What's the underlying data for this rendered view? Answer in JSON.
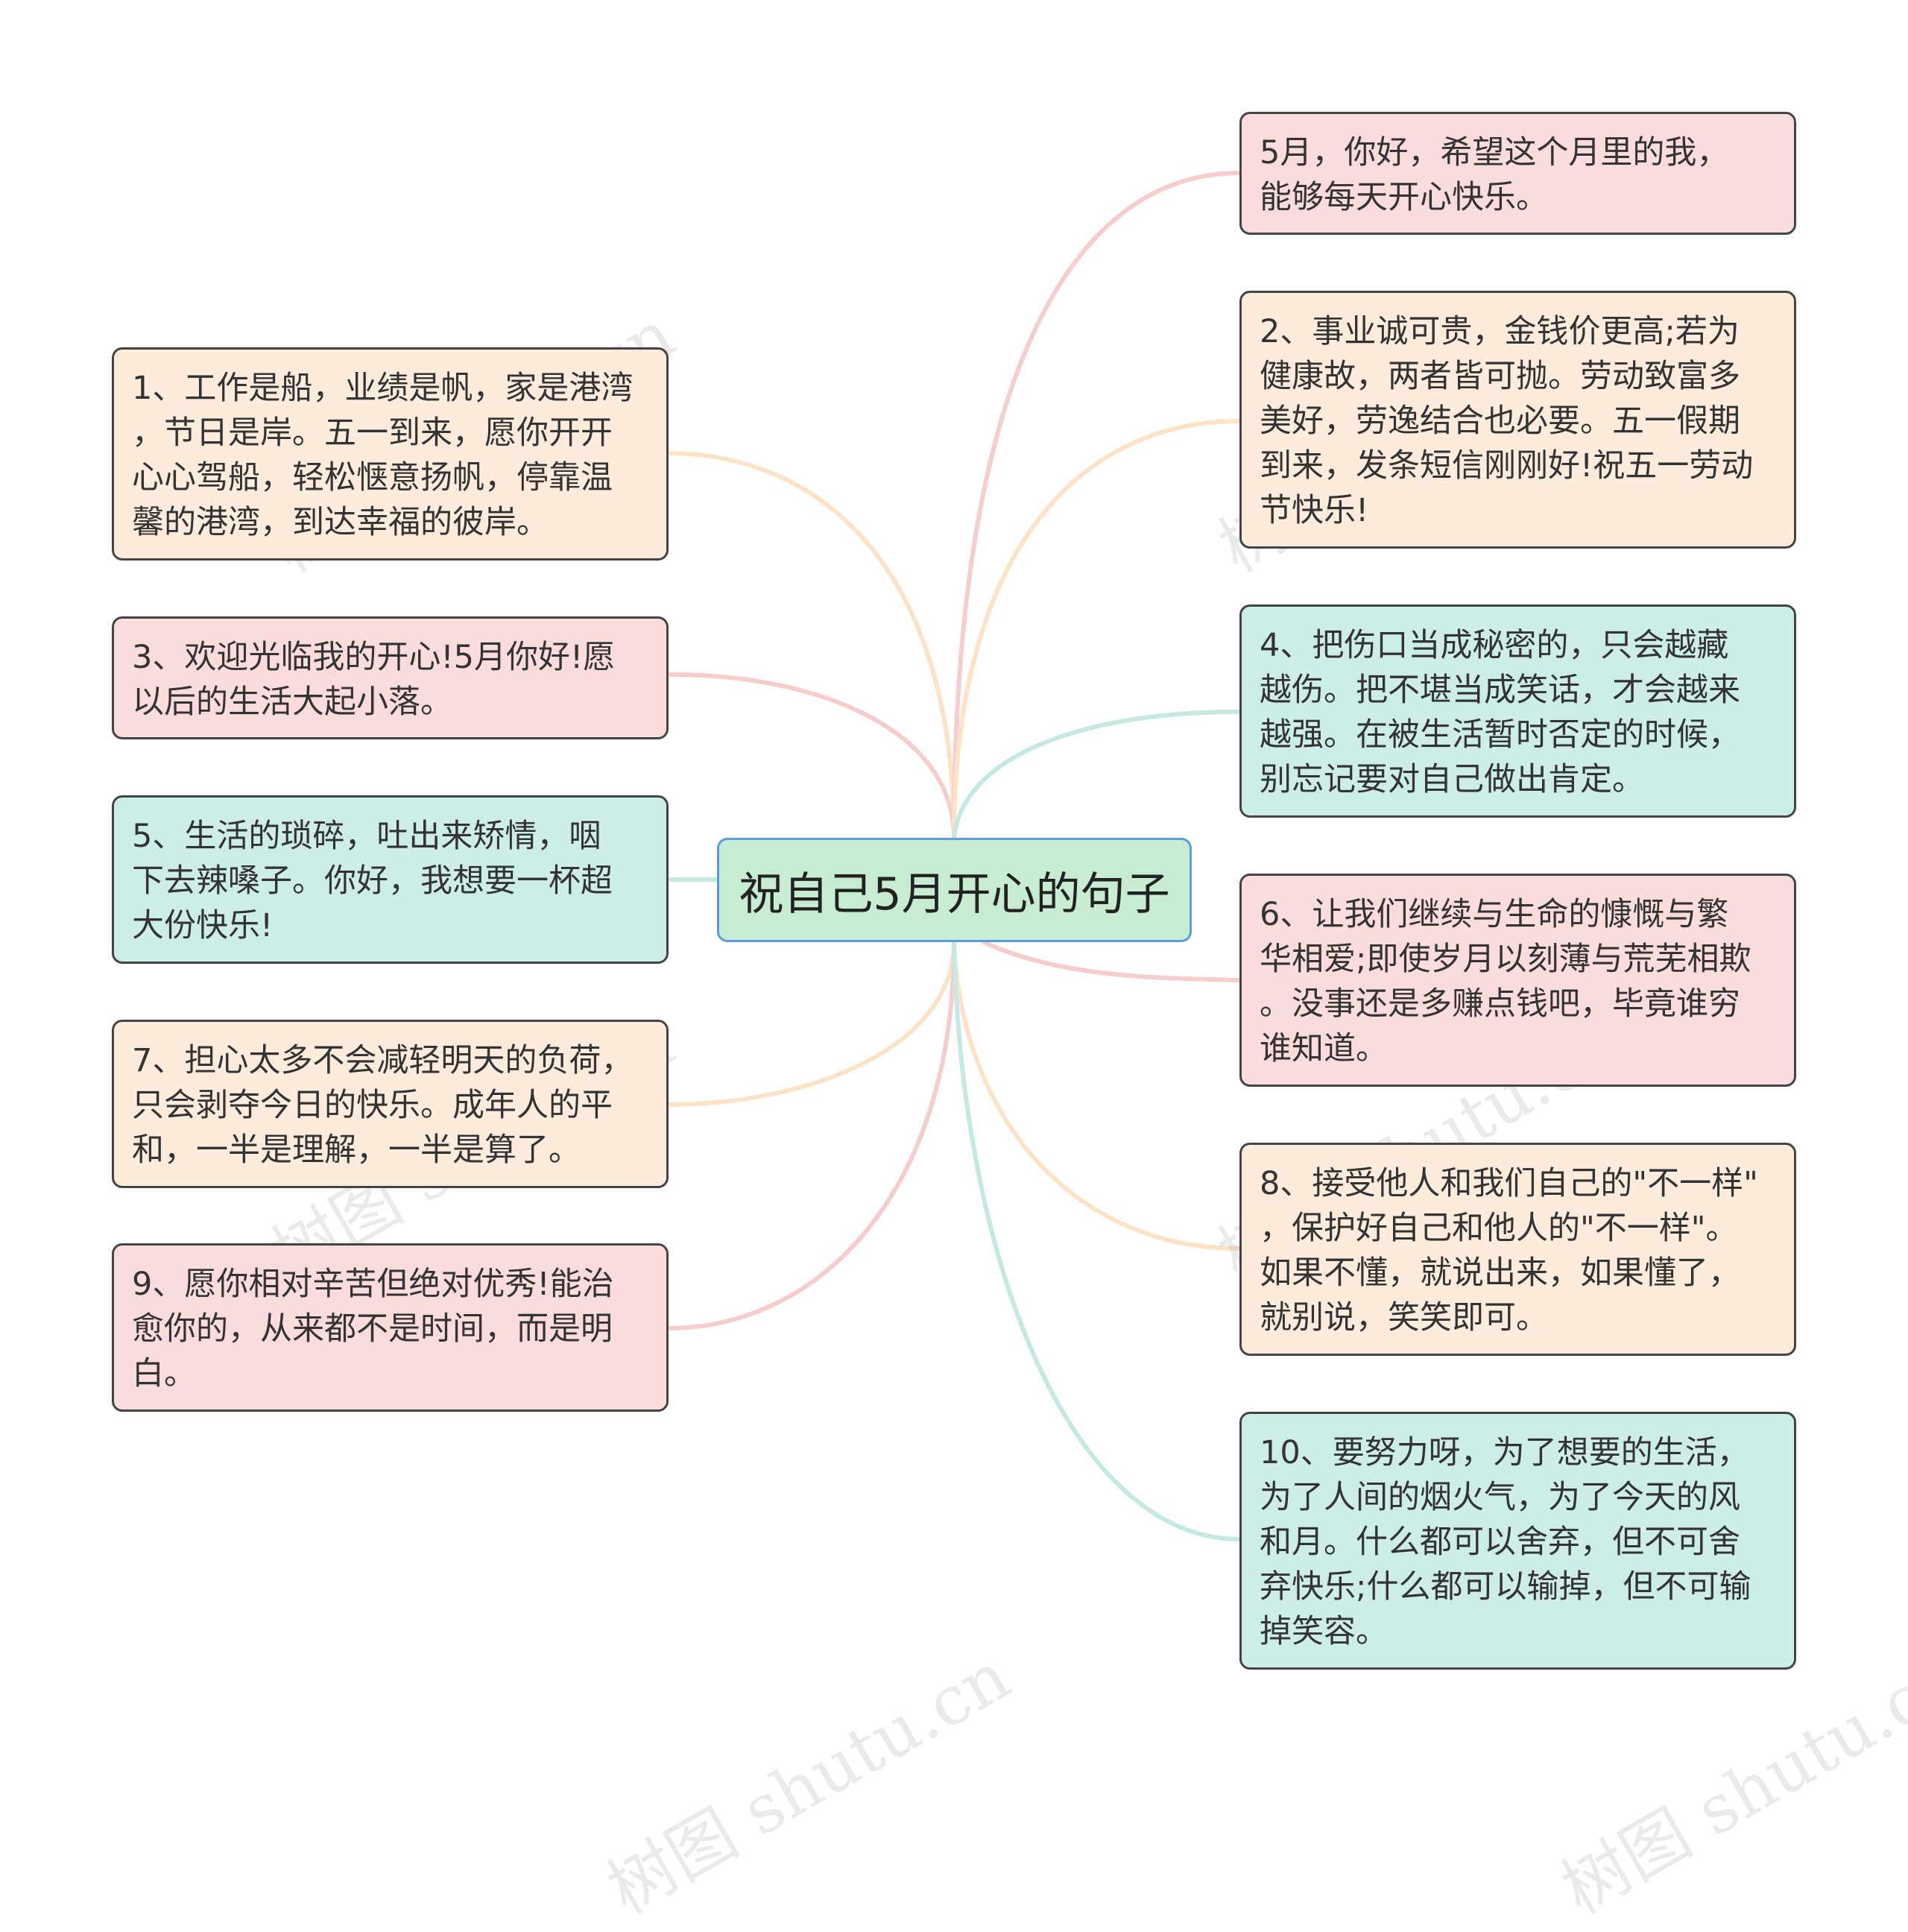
{
  "root": {
    "title": "祝自己5月开心的句子"
  },
  "nodes": {
    "n1": "1、工作是船，业绩是帆，家是港湾\n，节日是岸。五一到来，愿你开开\n心心驾船，轻松惬意扬帆，停靠温\n馨的港湾，到达幸福的彼岸。",
    "n3": "3、欢迎光临我的开心!5月你好!愿\n以后的生活大起小落。",
    "n5": "5、生活的琐碎，吐出来矫情，咽\n下去辣嗓子。你好，我想要一杯超\n大份快乐!",
    "n7": "7、担心太多不会减轻明天的负荷，\n只会剥夺今日的快乐。成年人的平\n和，一半是理解，一半是算了。",
    "n9": "9、愿你相对辛苦但绝对优秀!能治\n愈你的，从来都不是时间，而是明\n白。",
    "r0": "5月，你好，希望这个月里的我，\n能够每天开心快乐。",
    "r2": "2、事业诚可贵，金钱价更高;若为\n健康故，两者皆可抛。劳动致富多\n美好，劳逸结合也必要。五一假期\n到来，发条短信刚刚好!祝五一劳动\n节快乐!",
    "r4": "4、把伤口当成秘密的，只会越藏\n越伤。把不堪当成笑话，才会越来\n越强。在被生活暂时否定的时候，\n别忘记要对自己做出肯定。",
    "r6": "6、让我们继续与生命的慷慨与繁\n华相爱;即使岁月以刻薄与荒芜相欺\n。没事还是多赚点钱吧，毕竟谁穷\n谁知道。",
    "r8": "8、接受他人和我们自己的\"不一样\"\n，保护好自己和他人的\"不一样\"。\n如果不懂，就说出来，如果懂了，\n就别说，笑笑即可。",
    "r10": "10、要努力呀，为了想要的生活，\n为了人间的烟火气，为了今天的风\n和月。什么都可以舍弃，但不可舍\n弃快乐;什么都可以输掉，但不可输\n掉笑容。"
  },
  "watermark": "树图 shutu.cn",
  "colors": {
    "pink": "#f4c4c4",
    "cream": "#fde0c0",
    "teal": "#bfe6df",
    "root_border": "#5b9be0"
  }
}
